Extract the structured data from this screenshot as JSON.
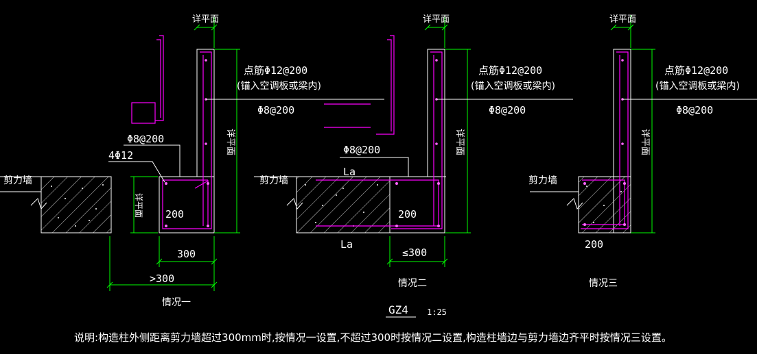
{
  "detail_plane": "详平面",
  "shear_wall": "剪力墙",
  "point_rebar": "点筋Φ12@200",
  "anchor_note": "(锚入空调板或梁内)",
  "stirrup": "Φ8@200",
  "long_rebar": "4Φ12",
  "dim_200": "200",
  "dim_300": "300",
  "dim_gt300": ">300",
  "dim_le300": "≤300",
  "la": "La",
  "case1": "情况一",
  "case2": "情况二",
  "case3": "情况三",
  "title": "GZ4",
  "scale": "1:25",
  "note": "说明:构造柱外侧距离剪力墙超过300mm时,按情况一设置,不超过300时按情况二设置,构造柱墙边与剪力墙边齐平时按情况三设置。",
  "colors": {
    "background": "#000000",
    "lines": "#ffffff",
    "dimension": "#00ff00",
    "rebar": "#ff00ff"
  }
}
